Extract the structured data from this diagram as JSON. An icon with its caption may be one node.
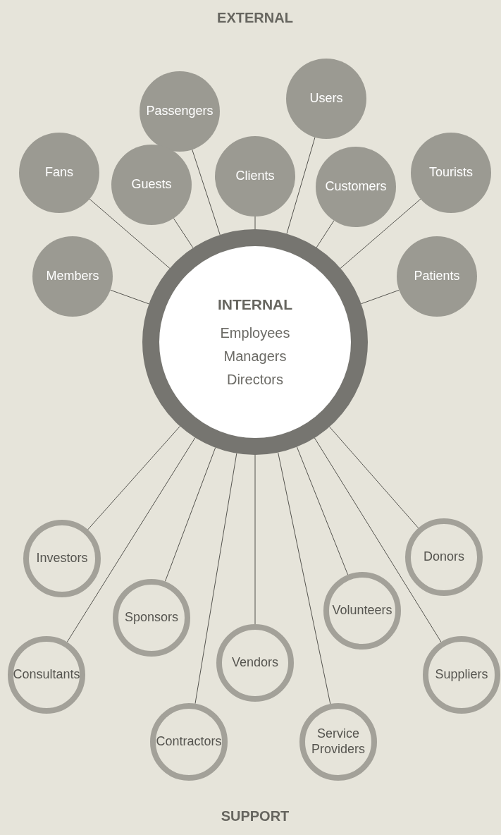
{
  "diagram": {
    "nodes": [
      {
        "text": [
          "INTERNAL",
          "Employees",
          "Managers",
          "Directors"
        ]
      },
      {
        "text": [
          "Users"
        ]
      },
      {
        "text": [
          "Passengers"
        ]
      },
      {
        "text": [
          "Fans"
        ]
      },
      {
        "text": [
          "Tourists"
        ]
      },
      {
        "text": [
          "Guests"
        ]
      },
      {
        "text": [
          "Clients"
        ]
      },
      {
        "text": [
          "Customers"
        ]
      },
      {
        "text": [
          "Members"
        ]
      },
      {
        "text": [
          "Patients"
        ]
      },
      {
        "text": [
          "Investors"
        ]
      },
      {
        "text": [
          "Donors"
        ]
      },
      {
        "text": [
          "Volunteers"
        ]
      },
      {
        "text": [
          "Sponsors"
        ]
      },
      {
        "text": [
          "Vendors"
        ]
      },
      {
        "text": [
          "Consultants"
        ]
      },
      {
        "text": [
          "Suppliers"
        ]
      },
      {
        "text": [
          "Contractors"
        ]
      },
      {
        "text": [
          "Service Providers"
        ]
      }
    ],
    "edges": [
      {
        "from": 1,
        "to": 0,
        "arrow": "none"
      },
      {
        "from": 2,
        "to": 0,
        "arrow": "none"
      },
      {
        "from": 3,
        "to": 0,
        "arrow": "none"
      },
      {
        "from": 4,
        "to": 0,
        "arrow": "none"
      },
      {
        "from": 5,
        "to": 0,
        "arrow": "none"
      },
      {
        "from": 6,
        "to": 0,
        "arrow": "none"
      },
      {
        "from": 7,
        "to": 0,
        "arrow": "none"
      },
      {
        "from": 8,
        "to": 0,
        "arrow": "none"
      },
      {
        "from": 9,
        "to": 0,
        "arrow": "none"
      },
      {
        "from": 10,
        "to": 0,
        "arrow": "none"
      },
      {
        "from": 11,
        "to": 0,
        "arrow": "none"
      },
      {
        "from": 12,
        "to": 0,
        "arrow": "none"
      },
      {
        "from": 13,
        "to": 0,
        "arrow": "none"
      },
      {
        "from": 14,
        "to": 0,
        "arrow": "none"
      },
      {
        "from": 15,
        "to": 0,
        "arrow": "none"
      },
      {
        "from": 16,
        "to": 0,
        "arrow": "none"
      },
      {
        "from": 17,
        "to": 0,
        "arrow": "none"
      },
      {
        "from": 18,
        "to": 0,
        "arrow": "none"
      }
    ],
    "labels": [
      "EXTERNAL",
      "SUPPORT"
    ]
  }
}
